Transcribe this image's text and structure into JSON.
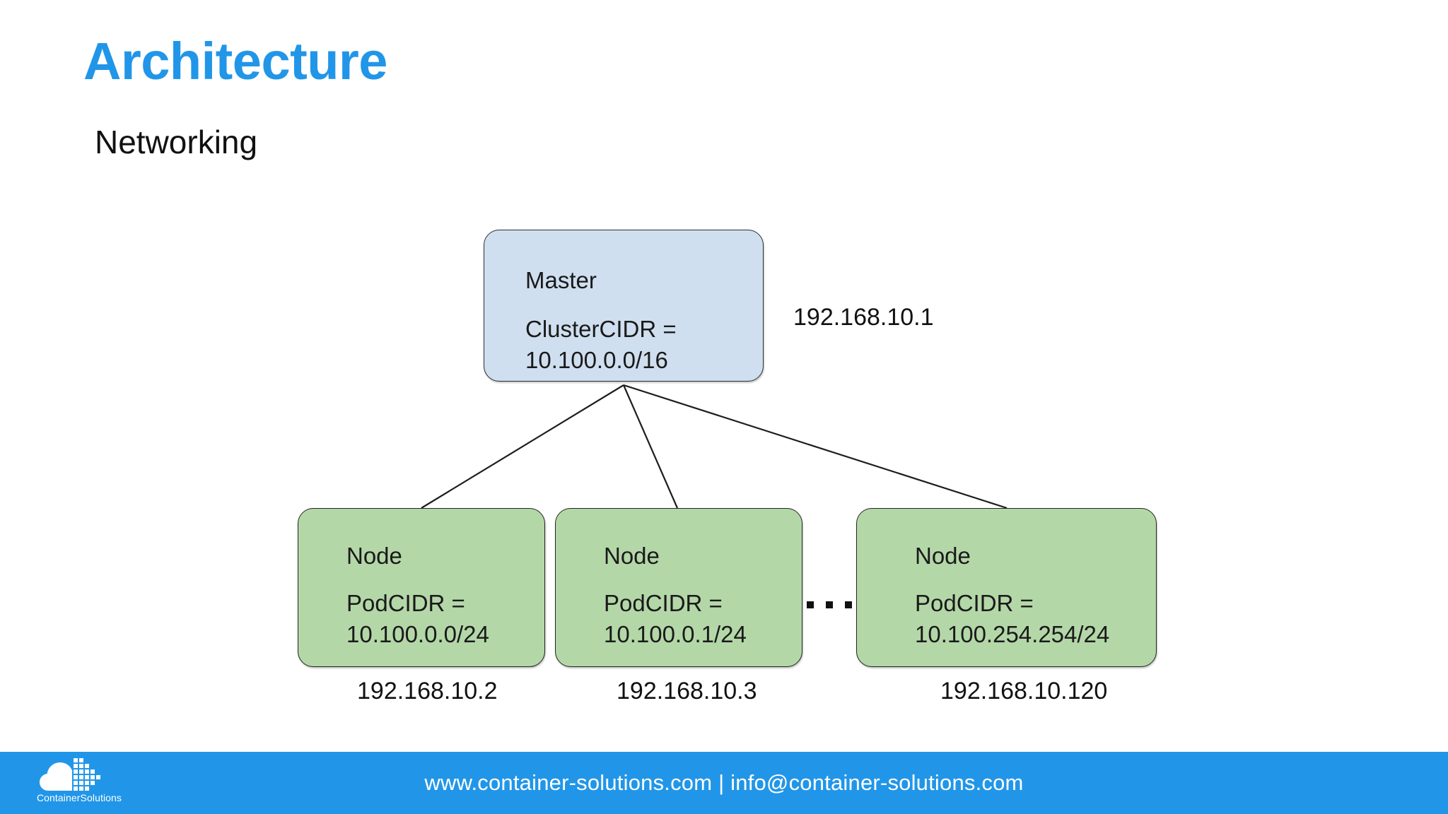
{
  "slide": {
    "title": "Architecture",
    "subtitle": "Networking",
    "title_color": "#2196e8",
    "background": "#ffffff"
  },
  "diagram": {
    "type": "tree",
    "master": {
      "heading": "Master",
      "detail_line1": "ClusterCIDR =",
      "detail_line2": "10.100.0.0/16",
      "ip": "192.168.10.1",
      "fill": "#cfdff0",
      "stroke": "#2b2f33"
    },
    "ellipsis": "...",
    "nodes": [
      {
        "heading": "Node",
        "detail_line1": "PodCIDR =",
        "detail_line2": "10.100.0.0/24",
        "ip": "192.168.10.2",
        "fill": "#b4d7a8",
        "stroke": "#23261f"
      },
      {
        "heading": "Node",
        "detail_line1": "PodCIDR =",
        "detail_line2": "10.100.0.1/24",
        "ip": "192.168.10.3",
        "fill": "#b4d7a8",
        "stroke": "#23261f"
      },
      {
        "heading": "Node",
        "detail_line1": "PodCIDR =",
        "detail_line2": "10.100.254.254/24",
        "ip": "192.168.10.120",
        "fill": "#b4d7a8",
        "stroke": "#23261f"
      }
    ]
  },
  "footer": {
    "text": "www.container-solutions.com | info@container-solutions.com",
    "background": "#2196e8",
    "logo_word": "ContainerSolutions",
    "logo_icon": "cloud-pixel-logo-icon"
  }
}
